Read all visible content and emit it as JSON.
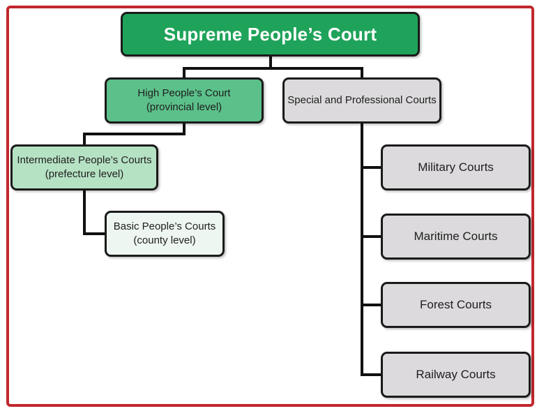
{
  "diagram": {
    "nodes": {
      "supreme": {
        "lines": [
          "Supreme People’s Court"
        ]
      },
      "high": {
        "lines": [
          "High People’s Court",
          "(provincial level)"
        ]
      },
      "intermediate": {
        "lines": [
          "Intermediate People’s Courts",
          "(prefecture level)"
        ]
      },
      "basic": {
        "lines": [
          "Basic People’s Courts",
          "(county level)"
        ]
      },
      "special": {
        "lines": [
          "Special and Professional Courts"
        ]
      },
      "military": {
        "lines": [
          "Military Courts"
        ]
      },
      "maritime": {
        "lines": [
          "Maritime Courts"
        ]
      },
      "forest": {
        "lines": [
          "Forest Courts"
        ]
      },
      "railway": {
        "lines": [
          "Railway Courts"
        ]
      }
    },
    "edges": [
      [
        "supreme",
        "high"
      ],
      [
        "supreme",
        "special"
      ],
      [
        "high",
        "intermediate"
      ],
      [
        "intermediate",
        "basic"
      ],
      [
        "special",
        "military"
      ],
      [
        "special",
        "maritime"
      ],
      [
        "special",
        "forest"
      ],
      [
        "special",
        "railway"
      ]
    ],
    "colors": {
      "frame": "#c1272d",
      "supreme": "#1fa35a",
      "high": "#5cc08a",
      "intermediate": "#b6e2c4",
      "basic": "#edf6f0",
      "special_courts": "#dcdadc",
      "connector": "#111111"
    }
  }
}
